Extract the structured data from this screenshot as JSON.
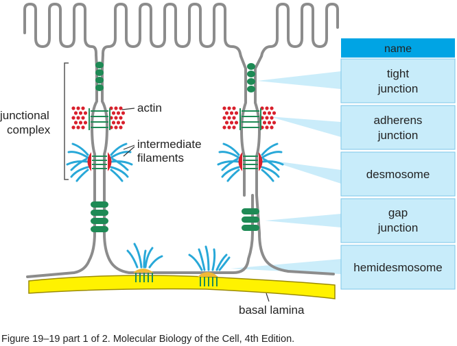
{
  "header": {
    "label": "name"
  },
  "junctions": [
    {
      "line1": "tight",
      "line2": "junction"
    },
    {
      "line1": "adherens",
      "line2": "junction"
    },
    {
      "line1": "desmosome",
      "line2": ""
    },
    {
      "line1": "gap",
      "line2": "junction"
    },
    {
      "line1": "hemidesmosome",
      "line2": ""
    }
  ],
  "labels": {
    "junctional_line1": "junctional",
    "junctional_line2": "complex",
    "actin": "actin",
    "intermediate_line1": "intermediate",
    "intermediate_line2": "filaments",
    "basal_lamina": "basal lamina"
  },
  "caption": "Figure 19–19 part 1 of 2. Molecular Biology of the Cell, 4th Edition.",
  "colors": {
    "membrane": "#8c8c8c",
    "tight_junction": "#1e8a55",
    "actin": "#d8202c",
    "filament": "#28a8d8",
    "plaque": "#d8202c",
    "hemidesmosome_plaque": "#f0b838",
    "basal_lamina_fill": "#fff200",
    "basal_lamina_stroke": "#9a8a00",
    "header_fill": "#00a4e4",
    "box_fill": "#c8ecfa",
    "box_stroke": "#7cc6e8"
  }
}
